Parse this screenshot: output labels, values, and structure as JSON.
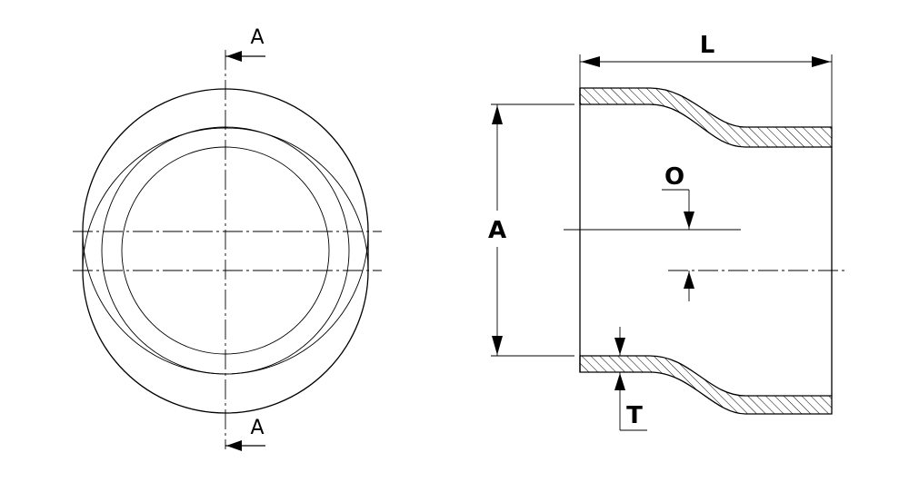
{
  "labels": {
    "section_top": "A",
    "section_bottom": "A",
    "length": "L",
    "diameter": "A",
    "offset": "O",
    "thickness": "T"
  }
}
